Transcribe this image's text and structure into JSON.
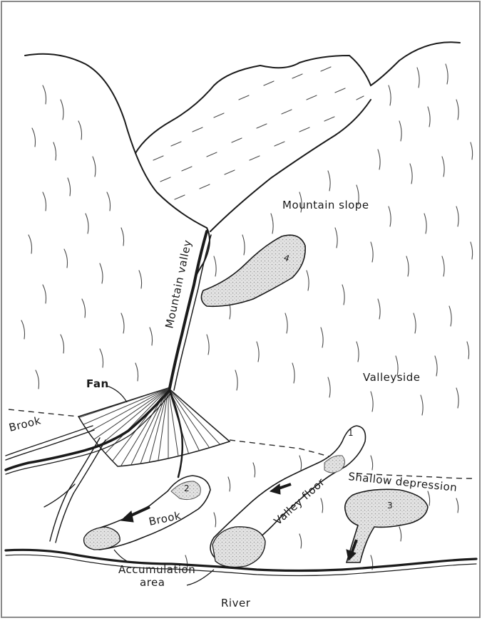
{
  "labels": {
    "mountain_slope": "Mountain slope",
    "mountain_valley": "Mountain valley",
    "valleyside": "Valleyside",
    "fan": "Fan",
    "brook_left": "Brook",
    "brook_lower": "Brook",
    "shallow_depression": "Shallow depression",
    "valley_floor": "Valley floor",
    "accumulation_line1": "Accumulation",
    "accumulation_line2": "area",
    "river": "River"
  },
  "slide_numbers": {
    "one": "1",
    "two": "2",
    "three": "3",
    "four": "4"
  },
  "colors": {
    "ink": "#1a1a1a",
    "stipple": "#d4d4d4",
    "frame": "#8a8a8a"
  }
}
